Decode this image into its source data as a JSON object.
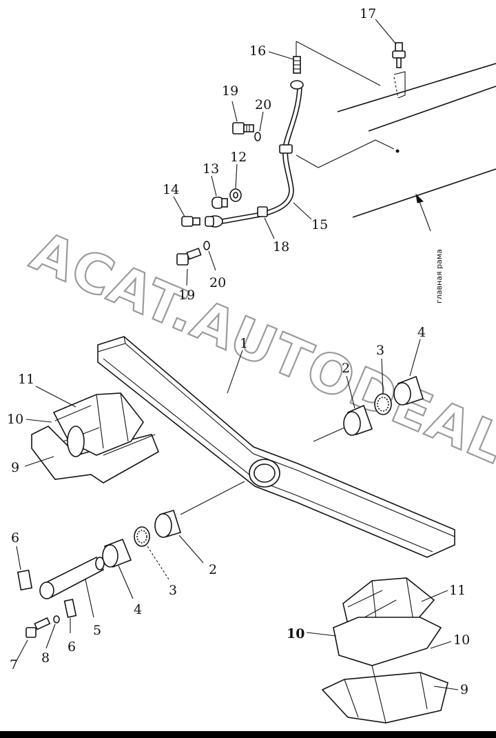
{
  "diagram": {
    "frame_label": "главная рама",
    "watermark": "ACAT.AUTODEALER.RU",
    "callouts": {
      "c17": "17",
      "c16": "16",
      "c19a": "19",
      "c20a": "20",
      "c12": "12",
      "c13": "13",
      "c14": "14",
      "c15": "15",
      "c18": "18",
      "c19b": "19",
      "c20b": "20",
      "c1": "1",
      "c2a": "2",
      "c3a": "3",
      "c4a": "4",
      "c11a": "11",
      "c10a": "10",
      "c9a": "9",
      "c6a": "6",
      "c4b": "4",
      "c3b": "3",
      "c2b": "2",
      "c5": "5",
      "c6b": "6",
      "c7": "7",
      "c8": "8",
      "c11b": "11",
      "c10b": "10",
      "c10c": "10",
      "c9b": "9"
    }
  }
}
